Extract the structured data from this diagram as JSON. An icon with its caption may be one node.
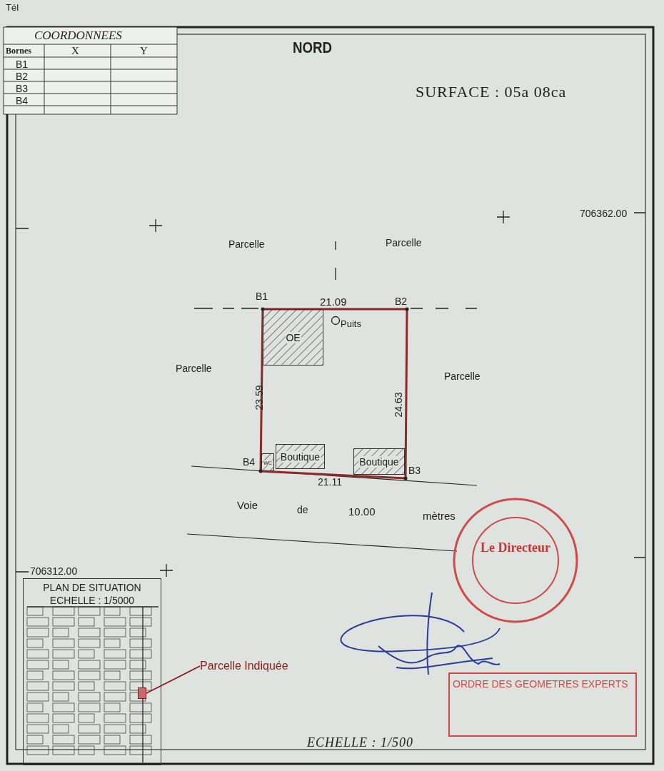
{
  "diagram": {
    "nodes": [
      {
        "text": [],
        "shape": "box"
      },
      {
        "text": [
          "OE"
        ],
        "in": 0
      },
      {
        "text": [
          "Puits"
        ],
        "in": 0
      },
      {
        "text": [
          "WC"
        ],
        "in": 0
      },
      {
        "text": [
          "Boutique"
        ],
        "in": 0
      },
      {
        "text": [
          "Boutique"
        ],
        "in": 0
      },
      {
        "text": [
          "PLAN DE SITUATION",
          "ECHELLE : 1/5000"
        ]
      },
      {
        "text": [],
        "shape": "box",
        "in": 6
      },
      {
        "text": [
          "Parcelle Indiquée"
        ]
      },
      {
        "text": [
          "Le Directeur"
        ]
      },
      {
        "text": [
          "ORDRE DES GEOMETRES EXPERTS"
        ]
      }
    ],
    "edges": [
      {
        "from": 8,
        "to": 7,
        "arrow": "none",
        "color": "#8b1a1a"
      }
    ],
    "labels": [
      "Tél",
      "COORDONNEES",
      "Bornes",
      "X",
      "Y",
      "B1",
      "B2",
      "B3",
      "B4",
      "NORD",
      "SURFACE : 05a 08ca",
      "706362.00",
      "Parcelle",
      "Parcelle",
      "B1",
      "21.09",
      "B2",
      "Parcelle",
      "Parcelle",
      "23.59",
      "24.63",
      "B4",
      "B3",
      "21.11",
      "Voie",
      "de",
      "10.00",
      "mètres",
      "706312.00",
      "ECHELLE : 1/500"
    ]
  }
}
